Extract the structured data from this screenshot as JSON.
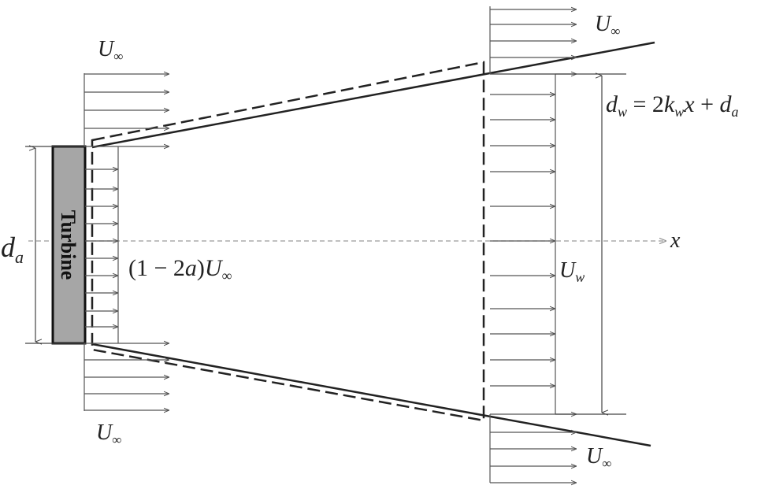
{
  "labels": {
    "turbine": "Turbine",
    "d_a": {
      "base": "d",
      "sub": "a"
    },
    "x_axis": "x",
    "u_inf": {
      "base": "U",
      "sub": "∞"
    },
    "induced": {
      "prefix": "(1 − 2",
      "a": "a",
      "close": ")",
      "base": "U",
      "sub": "∞"
    },
    "u_w": {
      "base": "U",
      "sub": "w"
    },
    "d_w_eq": {
      "d": "d",
      "d_sub": "w",
      "eq": " = 2",
      "k": "k",
      "k_sub": "w",
      "x": "x",
      "plus": " + ",
      "d2": "d",
      "d2_sub": "a"
    }
  },
  "colors": {
    "line": "#222222",
    "arrow": "#555555",
    "turbine_fill": "#a6a6a6",
    "axis": "#9a9a9a"
  }
}
